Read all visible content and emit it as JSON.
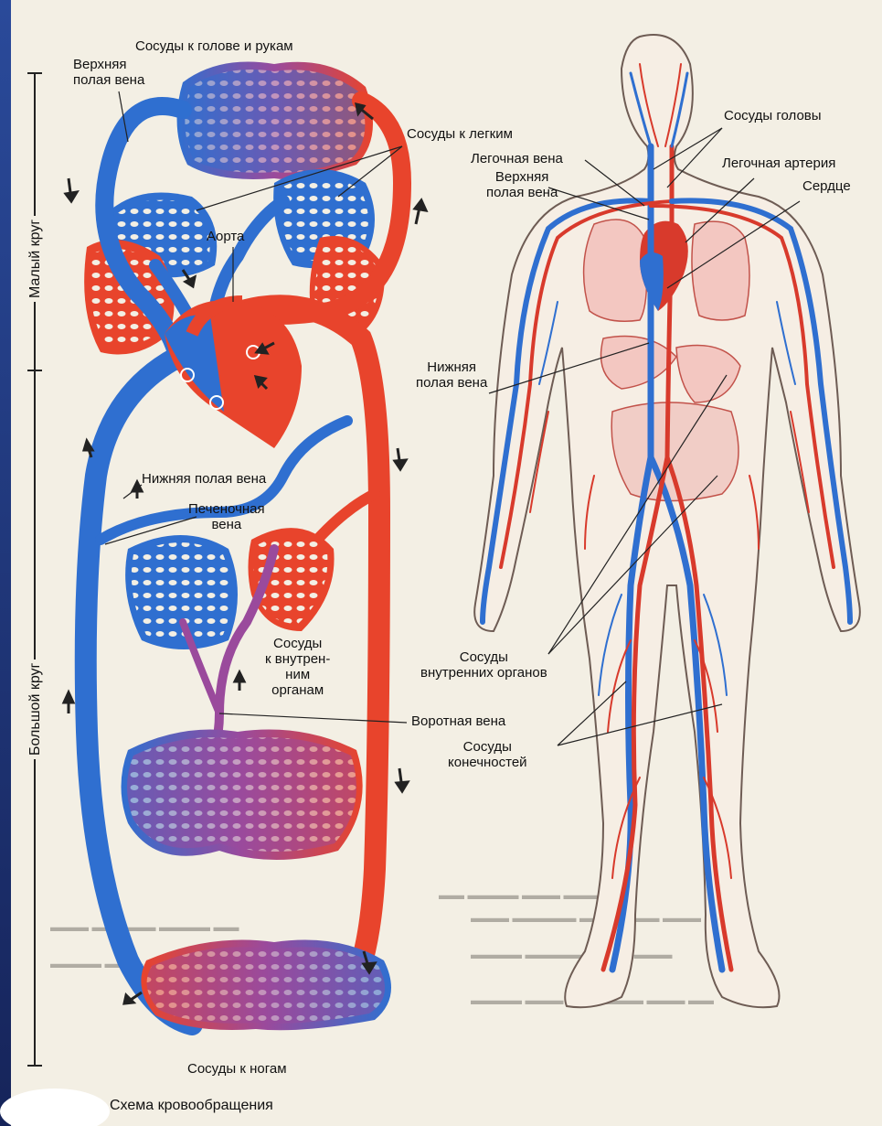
{
  "labels": {
    "vessels_head_arms": "Сосуды к голове и рукам",
    "upper_vena_cava_left": "Верхняя\nполая вена",
    "vessels_lungs": "Сосуды к легким",
    "aorta": "Аорта",
    "inferior_vena_cava": "Нижняя полая вена",
    "hepatic_vein": "Печеночная\nвена",
    "vessels_internal_organs_left": "Сосуды\nк внутрен-\nним\nорганам",
    "portal_vein": "Воротная вена",
    "vessels_legs": "Сосуды к ногам",
    "circulation_scheme": "Схема кровообращения",
    "small_circle": "Малый круг",
    "big_circle": "Большой круг",
    "vessels_head": "Сосуды головы",
    "pulmonary_vein": "Легочная вена",
    "upper_vena_cava_right": "Верхняя\nполая вена",
    "pulmonary_artery": "Легочная артерия",
    "heart": "Сердце",
    "lower_vena_cava_right": "Нижняя\nполая вена",
    "vessels_internal_organs_right": "Сосуды\nвнутренних органов",
    "vessels_limbs": "Сосуды\nконечностей"
  },
  "colors": {
    "artery": "#e8442c",
    "vein": "#2f6fd0",
    "mixed": "#9a4a9c",
    "page": "#f3efe4",
    "slide_blue": "#1b2f6e"
  }
}
